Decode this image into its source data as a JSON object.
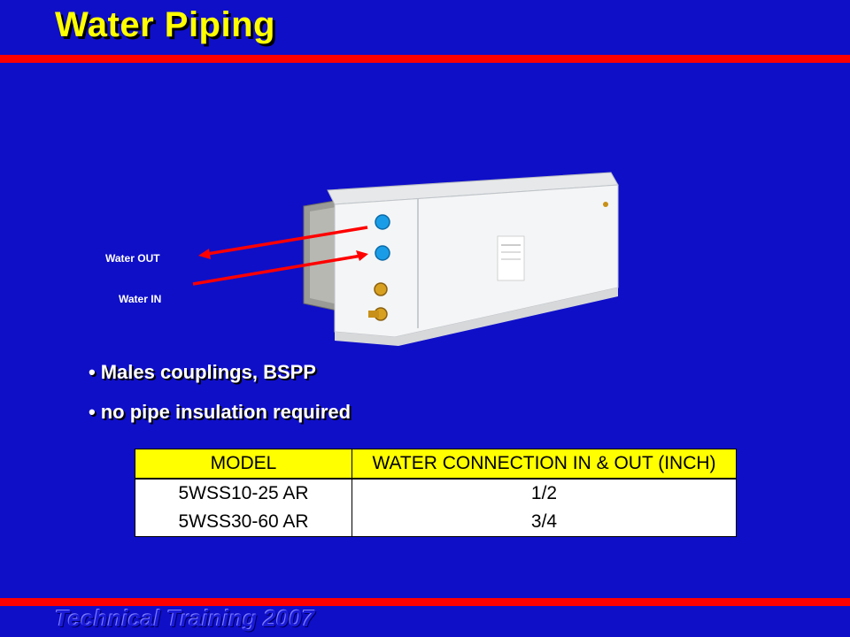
{
  "slide": {
    "title": "Water Piping",
    "footer": "Technical Training 2007"
  },
  "image": {
    "water_out_label": "Water OUT",
    "water_in_label": "Water IN"
  },
  "bullets": [
    "Males couplings, BSPP",
    "no pipe insulation required"
  ],
  "table": {
    "headers": [
      "MODEL",
      "WATER CONNECTION IN & OUT (INCH)"
    ],
    "rows": [
      [
        "5WSS10-25 AR",
        "1/2"
      ],
      [
        "5WSS30-60 AR",
        "3/4"
      ]
    ]
  },
  "colors": {
    "background": "#0f0fc8",
    "title": "#ffff00",
    "rule": "#ff0000",
    "table_header": "#ffff00"
  }
}
